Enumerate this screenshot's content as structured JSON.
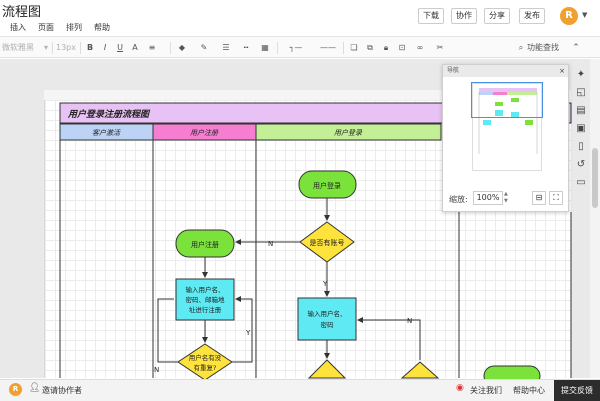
{
  "app": {
    "title": "流程图",
    "menu": [
      "插入",
      "页面",
      "排列",
      "帮助"
    ],
    "buttons": {
      "download": "下载",
      "collaborate": "协作",
      "share": "分享",
      "publish": "发布"
    },
    "avatar_letter": "R",
    "avatar_color": "#f0a030"
  },
  "toolbar": {
    "font_family": "微软雅黑",
    "font_size": "13px",
    "bold": "B",
    "italic": "I",
    "underline": "U",
    "font_color": "A",
    "search_label": "功能查找"
  },
  "diagram": {
    "title": "用户登录注册流程图",
    "title_fill": "#e8c2f4",
    "lanes": [
      {
        "label": "客户激活",
        "fill": "#bcd3f5"
      },
      {
        "label": "用户注册",
        "fill": "#f57ed1"
      },
      {
        "label": "用户登录",
        "fill": "#c3ef97"
      }
    ],
    "nodes": {
      "login": "用户登录",
      "has_account": "是否有账号",
      "register": "用户注册",
      "reg_form": [
        "输入用户名、",
        "密码、邮箱地",
        "址进行注册"
      ],
      "login_form": [
        "输入用户名、",
        "密码"
      ],
      "duplicate_check": [
        "用户名有没",
        "有重复?"
      ]
    },
    "edge_labels": {
      "no1": "N",
      "yes1": "Y",
      "no2": "N",
      "yes2": "Y",
      "no3": "N"
    }
  },
  "outline": {
    "title": "导航",
    "close": "×",
    "zoom_label": "缩放:",
    "zoom_value": "100%"
  },
  "status": {
    "avatar_letter": "R",
    "invite": "邀请协作者",
    "follow": "关注我们",
    "help": "帮助中心",
    "feedback": "提交反馈"
  }
}
